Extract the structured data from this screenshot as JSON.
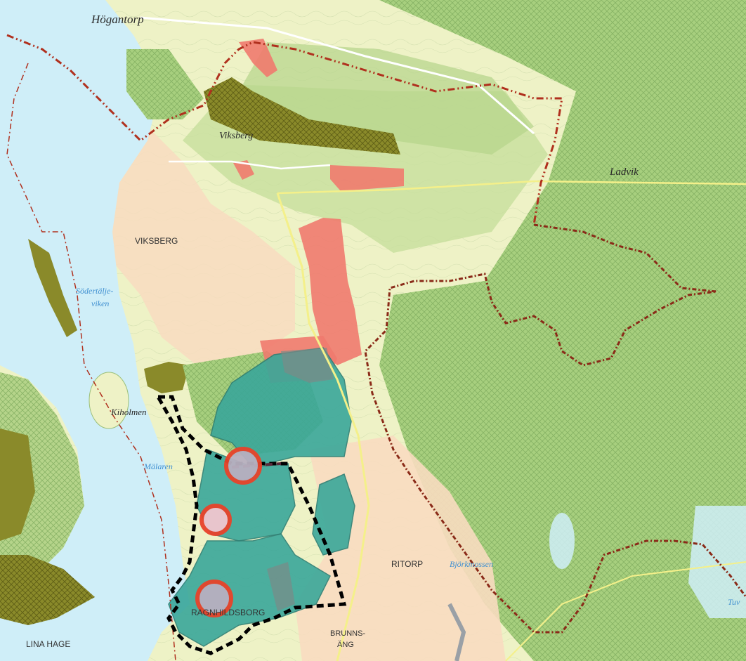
{
  "map": {
    "labels": {
      "hogantorp": "Högantorp",
      "viksberg_italic": "Viksberg",
      "ladvik": "Ladvik",
      "viksberg": "VIKSBERG",
      "sodertalje_1": "Södertälje-",
      "sodertalje_2": "viken",
      "kiholmen": "Kiholmen",
      "malaren": "Mälaren",
      "ritorp": "RITORP",
      "bjorkmossen": "Björkmossen",
      "ragnhildsborg": "RAGNHILDSBORG",
      "brunns_1": "BRUNNS-",
      "brunns_2": "ÄNG",
      "lina_hage": "LINA HAGE",
      "tuv": "Tuv"
    },
    "colors": {
      "water": "#cfeef8",
      "land": "#eef2c6",
      "urban": "#f8dcc0",
      "forest": "#a7cf7e",
      "forest_hatch": "#8ab86a",
      "dark_olive": "#8a8a2a",
      "red_zone": "#f07a6e",
      "teal_zone": "#3aa79a",
      "boundary_red": "#b0301e",
      "study_circle": "#e8432a"
    }
  }
}
